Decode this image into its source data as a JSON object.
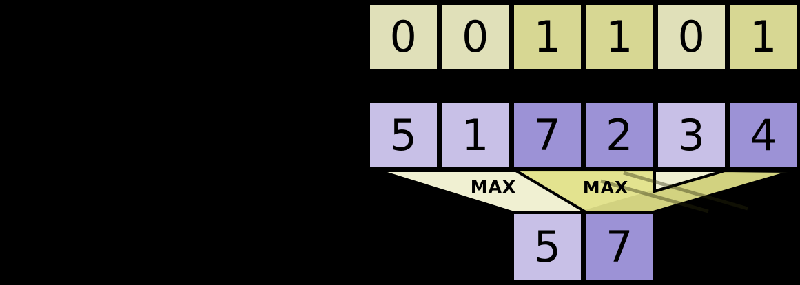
{
  "colors": {
    "background": "#000000",
    "mask_zero_fill": "#e0e0b9",
    "mask_one_fill": "#d7d793",
    "value_light_fill": "#c8c0e7",
    "value_dark_fill": "#9c92d6",
    "funnel_light_fill": "#f0f0d2",
    "funnel_dark_fill": "#e2e28a",
    "outline": "#000000"
  },
  "mask_row": {
    "cells": [
      {
        "value": "0",
        "shade": "light"
      },
      {
        "value": "0",
        "shade": "light"
      },
      {
        "value": "1",
        "shade": "dark"
      },
      {
        "value": "1",
        "shade": "dark"
      },
      {
        "value": "0",
        "shade": "light"
      },
      {
        "value": "1",
        "shade": "dark"
      }
    ]
  },
  "value_row": {
    "cells": [
      {
        "value": "5",
        "shade": "light"
      },
      {
        "value": "1",
        "shade": "light"
      },
      {
        "value": "7",
        "shade": "dark"
      },
      {
        "value": "2",
        "shade": "dark"
      },
      {
        "value": "3",
        "shade": "light"
      },
      {
        "value": "4",
        "shade": "dark"
      }
    ]
  },
  "pool_labels": {
    "left": "MAX",
    "right": "MAX"
  },
  "output_row": {
    "cells": [
      {
        "value": "5",
        "shade": "light"
      },
      {
        "value": "7",
        "shade": "dark"
      }
    ]
  }
}
